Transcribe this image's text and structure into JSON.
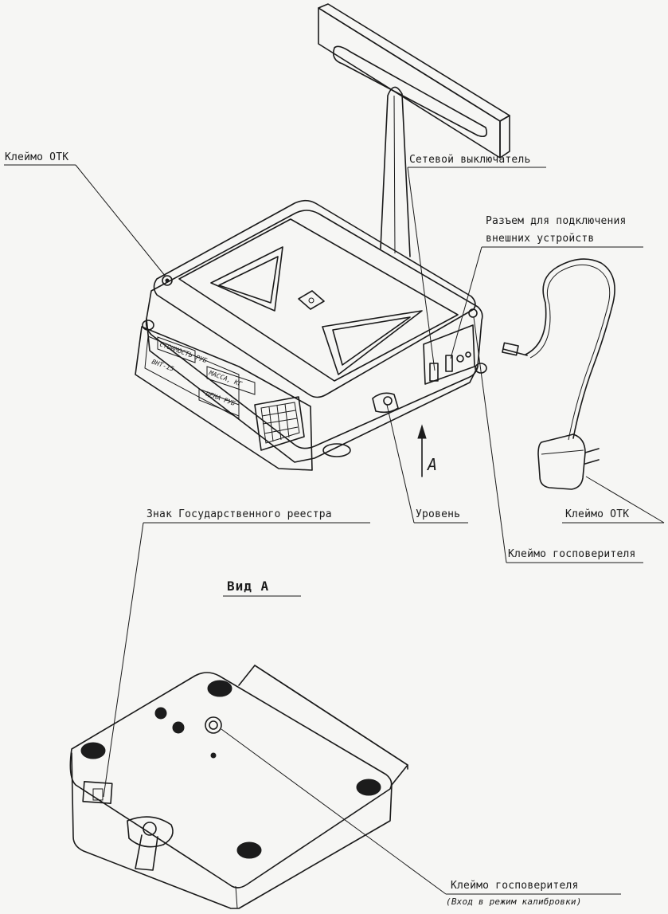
{
  "labels": {
    "otk_seal_top": "Клеймо ОТК",
    "power_switch": "Сетевой выключатель",
    "connector_line1": "Разъем для подключения",
    "connector_line2": "внешних устройств",
    "state_register": "Знак Государственного реестра",
    "level": "Уровень",
    "otk_seal_adapter": "Клеймо ОТК",
    "verifier_seal_top": "Клеймо госповерителя",
    "view_a_title": "Вид А",
    "view_arrow": "А",
    "verifier_seal_bottom": "Клеймо госповерителя",
    "calibration_note": "(Вход в режим калибровки)"
  },
  "front_panel": {
    "cost_label": "СТОИМОСТЬ РУБ",
    "mass_label": "МАССА, КГ",
    "price_label": "ЦЕНА РУБ",
    "model": "ВНТ-15"
  },
  "colors": {
    "ink": "#1a1a1a",
    "paper": "#f6f6f4"
  }
}
